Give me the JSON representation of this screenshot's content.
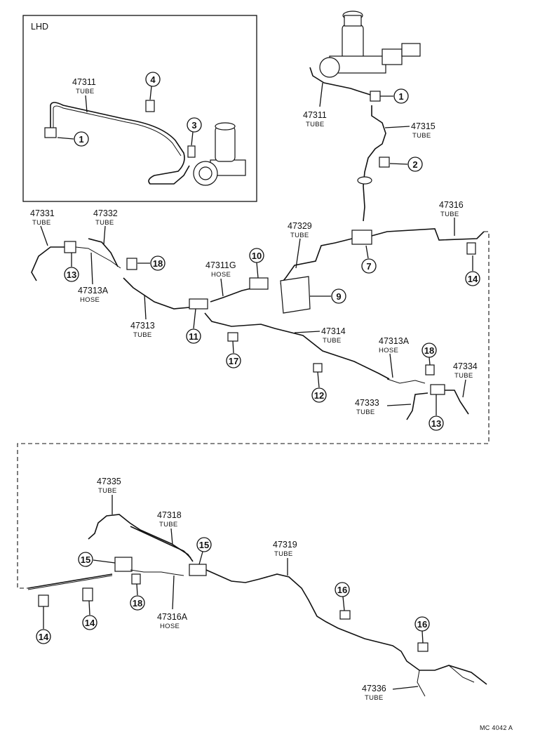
{
  "inset": {
    "label": "LHD"
  },
  "labels": {
    "lhd_47311": {
      "num": "47311",
      "type": "TUBE"
    },
    "t_47311": {
      "num": "47311",
      "type": "TUBE"
    },
    "t_47315": {
      "num": "47315",
      "type": "TUBE"
    },
    "t_47316": {
      "num": "47316",
      "type": "TUBE"
    },
    "t_47329": {
      "num": "47329",
      "type": "TUBE"
    },
    "t_47331": {
      "num": "47331",
      "type": "TUBE"
    },
    "t_47332": {
      "num": "47332",
      "type": "TUBE"
    },
    "h_47313A_l": {
      "num": "47313A",
      "type": "HOSE"
    },
    "t_47313": {
      "num": "47313",
      "type": "TUBE"
    },
    "h_47311G": {
      "num": "47311G",
      "type": "HOSE"
    },
    "t_47314": {
      "num": "47314",
      "type": "TUBE"
    },
    "h_47313A_r": {
      "num": "47313A",
      "type": "HOSE"
    },
    "t_47334": {
      "num": "47334",
      "type": "TUBE"
    },
    "t_47333": {
      "num": "47333",
      "type": "TUBE"
    },
    "t_47335": {
      "num": "47335",
      "type": "TUBE"
    },
    "t_47318": {
      "num": "47318",
      "type": "TUBE"
    },
    "t_47319": {
      "num": "47319",
      "type": "TUBE"
    },
    "h_47316A": {
      "num": "47316A",
      "type": "HOSE"
    },
    "t_47336": {
      "num": "47336",
      "type": "TUBE"
    }
  },
  "callouts": {
    "c1_lhd": "1",
    "c4": "4",
    "c3": "3",
    "c1": "1",
    "c2": "2",
    "c7": "7",
    "c14_a": "14",
    "c18_a": "18",
    "c13_a": "13",
    "c10": "10",
    "c9": "9",
    "c11": "11",
    "c17": "17",
    "c12": "12",
    "c18_b": "18",
    "c13_b": "13",
    "c15_a": "15",
    "c15_b": "15",
    "c18_c": "18",
    "c14_b": "14",
    "c14_c": "14",
    "c16_a": "16",
    "c16_b": "16"
  },
  "footer": {
    "code": "MC 4042  A"
  }
}
